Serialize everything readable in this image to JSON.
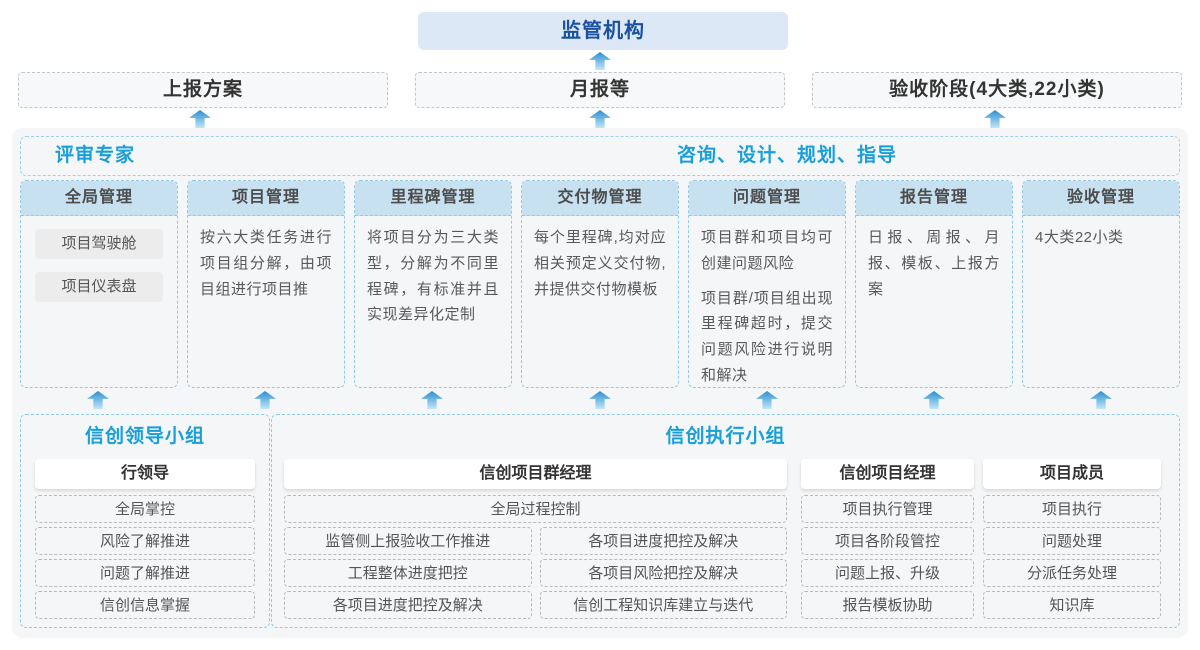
{
  "top": {
    "regulator": "监管机构",
    "outputs": [
      "上报方案",
      "月报等",
      "验收阶段(4大类,22小类)"
    ]
  },
  "banner": {
    "left": "评审专家",
    "right": "咨询、设计、规划、指导"
  },
  "columns": [
    {
      "title": "全局管理",
      "chips": [
        "项目驾驶舱",
        "项目仪表盘"
      ]
    },
    {
      "title": "项目管理",
      "paragraphs": [
        "按六大类任务进行项目组分解，由项目组进行项目推"
      ]
    },
    {
      "title": "里程碑管理",
      "paragraphs": [
        "将项目分为三大类型，分解为不同里程碑，有标准并且实现差异化定制"
      ]
    },
    {
      "title": "交付物管理",
      "paragraphs": [
        "每个里程碑,均对应相关预定义交付物,并提供交付物模板"
      ]
    },
    {
      "title": "问题管理",
      "paragraphs": [
        "项目群和项目均可创建问题风险",
        "项目群/项目组出现里程碑超时，提交问题风险进行说明和解决"
      ]
    },
    {
      "title": "报告管理",
      "paragraphs": [
        "日报、周报、月报、模板、上报方案"
      ]
    },
    {
      "title": "验收管理",
      "paragraphs": [
        "4大类22小类"
      ]
    }
  ],
  "groups": {
    "leader": {
      "title": "信创领导小组",
      "role": "行领导",
      "items": [
        "全局掌控",
        "风险了解推进",
        "问题了解推进",
        "信创信息掌握"
      ]
    },
    "exec": {
      "title": "信创执行小组",
      "pm_group": {
        "role": "信创项目群经理",
        "full_item": "全局过程控制",
        "left_items": [
          "监管侧上报验收工作推进",
          "工程整体进度把控",
          "各项目进度把控及解决"
        ],
        "right_items": [
          "各项目进度把控及解决",
          "各项目风险把控及解决",
          "信创工程知识库建立与迭代"
        ]
      },
      "pm": {
        "role": "信创项目经理",
        "items": [
          "项目执行管理",
          "项目各阶段管控",
          "问题上报、升级",
          "报告模板协助"
        ]
      },
      "member": {
        "role": "项目成员",
        "items": [
          "项目执行",
          "问题处理",
          "分派任务处理",
          "知识库"
        ]
      }
    }
  },
  "colors": {
    "accent_blue": "#189fd9",
    "navy_blue": "#1b519f",
    "column_header_bg": "#c8e1f0",
    "panel_bg": "#f5f6f7",
    "regulator_bg": "#dce8f6"
  }
}
